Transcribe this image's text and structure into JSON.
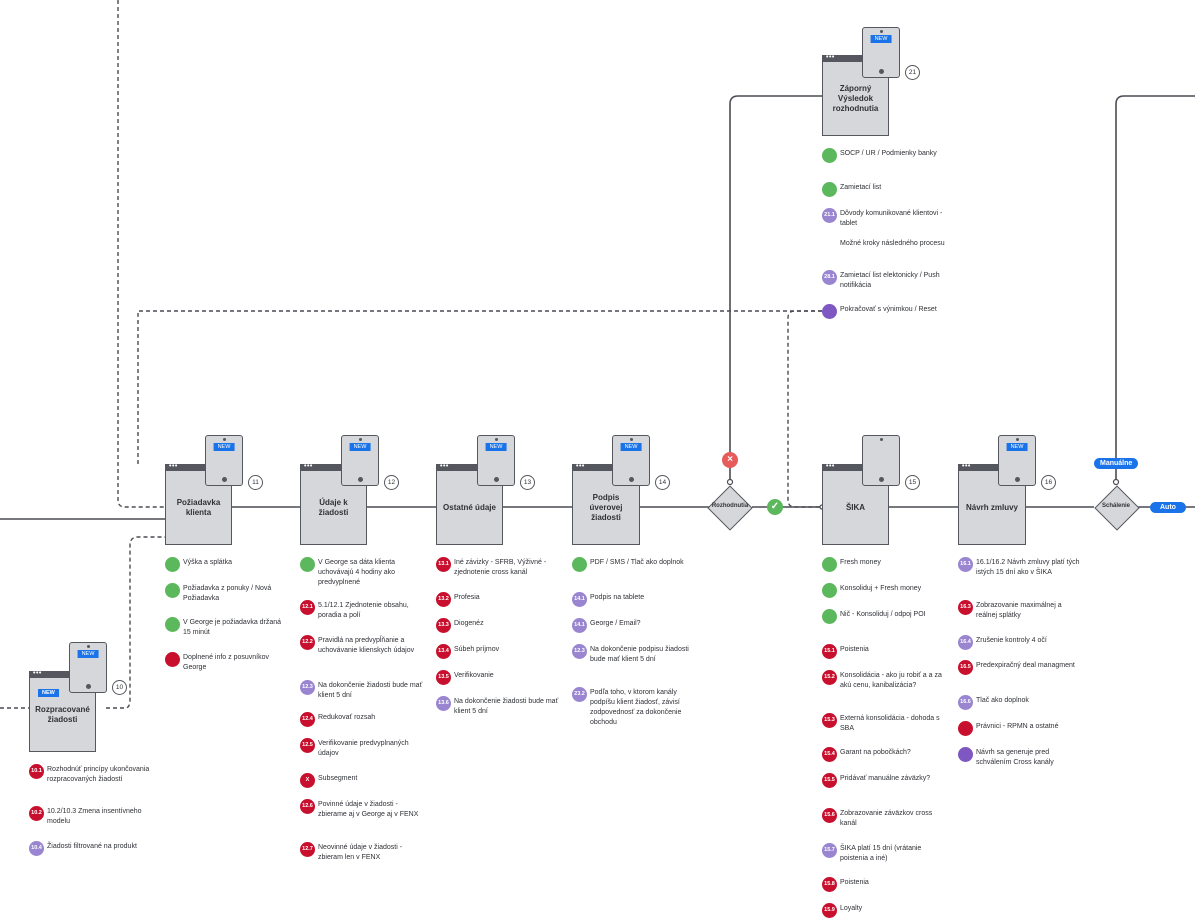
{
  "colors": {
    "green": "#5cb85c",
    "red": "#c8102e",
    "purple": "#7e57c2",
    "lilac": "#9a86d0",
    "blue": "#1a73e8",
    "line": "#4a4c52",
    "screen": "#d6d7db"
  },
  "tag_new": "NEW",
  "screens": {
    "s10": {
      "title": "Rozpracované žiadosti",
      "num": "10"
    },
    "s11": {
      "title": "Požiadavka klienta",
      "num": "11"
    },
    "s12": {
      "title": "Údaje k žiadosti",
      "num": "12"
    },
    "s13": {
      "title": "Ostatné údaje",
      "num": "13"
    },
    "s14": {
      "title": "Podpis úverovej žiadosti",
      "num": "14"
    },
    "s15": {
      "title": "ŠIKA",
      "num": "15"
    },
    "s16": {
      "title": "Návrh zmluvy",
      "num": "16"
    },
    "s21": {
      "title": "Záporný Výsledok rozhodnutia",
      "num": "21"
    }
  },
  "decisions": {
    "d1": "Rozhodnutia",
    "d2": "Schálenie"
  },
  "pills": {
    "manual": "Manuálne",
    "auto": "Auto"
  },
  "marks": {
    "reject": "×",
    "approve": "✓"
  },
  "notes": {
    "c10": [
      {
        "badge": "10.1",
        "color": "red",
        "text": "Rozhodnúť princípy ukončovania rozpracovaných žiadostí"
      },
      {
        "badge": "10.2",
        "color": "red",
        "text": "10.2/10.3 Zmena insentívneho modelu"
      },
      {
        "badge": "10.4",
        "color": "lilac",
        "text": "Žiadosti filtrované na produkt"
      }
    ],
    "c11": [
      {
        "badge": "",
        "color": "green",
        "text": "Výška a splátka"
      },
      {
        "badge": "",
        "color": "green",
        "text": "Požiadavka z ponuky / Nová Požiadavka"
      },
      {
        "badge": "",
        "color": "green",
        "text": "V George je požiadavka držaná 15 minút"
      },
      {
        "badge": "",
        "color": "red",
        "text": "Doplnené info z posuvníkov George"
      }
    ],
    "c12": [
      {
        "badge": "",
        "color": "green",
        "text": "V George sa dáta klienta uchovávajú 4 hodiny ako predvyplnené"
      },
      {
        "badge": "12.1",
        "color": "red",
        "text": "5.1/12.1 Zjednotenie obsahu, poradia a polí"
      },
      {
        "badge": "12.2",
        "color": "red",
        "text": "Pravidlá na predvypĺňanie a uchovávanie klienskych údajov"
      },
      {
        "badge": "12.3",
        "color": "lilac",
        "text": "Na dokončenie žiadosti bude mať klient 5 dní"
      },
      {
        "badge": "12.4",
        "color": "red",
        "text": "Redukovať rozsah"
      },
      {
        "badge": "12.5",
        "color": "red",
        "text": "Verifikovanie predvyplnaných údajov"
      },
      {
        "badge": "X",
        "color": "red",
        "text": "Subsegment"
      },
      {
        "badge": "12.6",
        "color": "red",
        "text": "Povinné údaje v žiadosti - zbierame aj v George aj v FENX"
      },
      {
        "badge": "12.7",
        "color": "red",
        "text": "Neovinné údaje v žiadosti - zbieram len v FENX"
      }
    ],
    "c13": [
      {
        "badge": "13.1",
        "color": "red",
        "text": "Iné závizky - SFRB, Výživné - zjednotenie cross kanál"
      },
      {
        "badge": "13.2",
        "color": "red",
        "text": "Profesia"
      },
      {
        "badge": "13.3",
        "color": "red",
        "text": "Diogenéz"
      },
      {
        "badge": "13.4",
        "color": "red",
        "text": "Súbeh príjmov"
      },
      {
        "badge": "13.5",
        "color": "red",
        "text": "Verifikovanie"
      },
      {
        "badge": "13.6",
        "color": "lilac",
        "text": "Na dokončenie žiadosti bude mať klient 5 dní"
      }
    ],
    "c14": [
      {
        "badge": "",
        "color": "green",
        "text": "PDF / SMS / Tlač ako doplnok"
      },
      {
        "badge": "14.1",
        "color": "lilac",
        "text": "Podpis na tablete"
      },
      {
        "badge": "14.1",
        "color": "lilac",
        "text": "George / Email?"
      },
      {
        "badge": "12.3",
        "color": "lilac",
        "text": "Na dokončenie podpisu žiadosti bude mať klient 5 dní"
      },
      {
        "badge": "23.2",
        "color": "lilac",
        "text": "Podľa toho, v ktorom kanály podpíšu klient žiadosť, závisí zodpovednosť za dokončenie obchodu"
      }
    ],
    "c15": [
      {
        "badge": "",
        "color": "green",
        "text": "Fresh money"
      },
      {
        "badge": "",
        "color": "green",
        "text": "Konsoliduj + Fresh money"
      },
      {
        "badge": "",
        "color": "green",
        "text": "Nič - Konsoliduj / odpoj POI"
      },
      {
        "badge": "15.1",
        "color": "red",
        "text": "Poistenia"
      },
      {
        "badge": "15.2",
        "color": "red",
        "text": "Konsolidácia - ako ju robiť a a za akú cenu, kanibalizácia?"
      },
      {
        "badge": "15.3",
        "color": "red",
        "text": "Externá konsolidácia - dohoda s SBA"
      },
      {
        "badge": "15.4",
        "color": "red",
        "text": "Garant na pobočkách?"
      },
      {
        "badge": "15.5",
        "color": "red",
        "text": "Pridávať manuálne záväzky?"
      },
      {
        "badge": "15.6",
        "color": "red",
        "text": "Zobrazovanie záväzkov cross kanál"
      },
      {
        "badge": "15.7",
        "color": "lilac",
        "text": "ŠIKA platí 15 dní (vrátanie poistenia a iné)"
      },
      {
        "badge": "15.8",
        "color": "red",
        "text": "Poistenia"
      },
      {
        "badge": "15.9",
        "color": "red",
        "text": "Loyalty"
      }
    ],
    "c16": [
      {
        "badge": "16.1",
        "color": "lilac",
        "text": "16.1/16.2 Návrh zmluvy platí tých istých 15 dní ako v ŠIKA"
      },
      {
        "badge": "16.3",
        "color": "red",
        "text": "Zobrazovanie maximálnej a reálnej splátky"
      },
      {
        "badge": "16.4",
        "color": "lilac",
        "text": "Zrušenie kontroly 4 očí"
      },
      {
        "badge": "16.5",
        "color": "red",
        "text": "Predexpiračný deal managment"
      },
      {
        "badge": "16.6",
        "color": "lilac",
        "text": "Tlač ako doplnok"
      },
      {
        "badge": "",
        "color": "red",
        "text": "Právnici - RPMN a ostatné"
      },
      {
        "badge": "",
        "color": "purple",
        "text": "Návrh sa generuje pred schválením Cross kanály"
      }
    ],
    "c21": [
      {
        "badge": "",
        "color": "green",
        "text": "SOCP / UR / Podmienky banky"
      },
      {
        "badge": "",
        "color": "green",
        "text": "Zamietací list"
      },
      {
        "badge": "21.1",
        "color": "lilac",
        "text": "Dôvody komunikované klientovi - tablet"
      },
      {
        "badge": "",
        "color": "none",
        "text": "Možné kroky následného procesu"
      },
      {
        "badge": "28.1",
        "color": "lilac",
        "text": "Zamietací list elektonicky / Push notifikácia"
      },
      {
        "badge": "",
        "color": "purple",
        "text": "Pokračovať s výnimkou / Reset"
      }
    ]
  }
}
